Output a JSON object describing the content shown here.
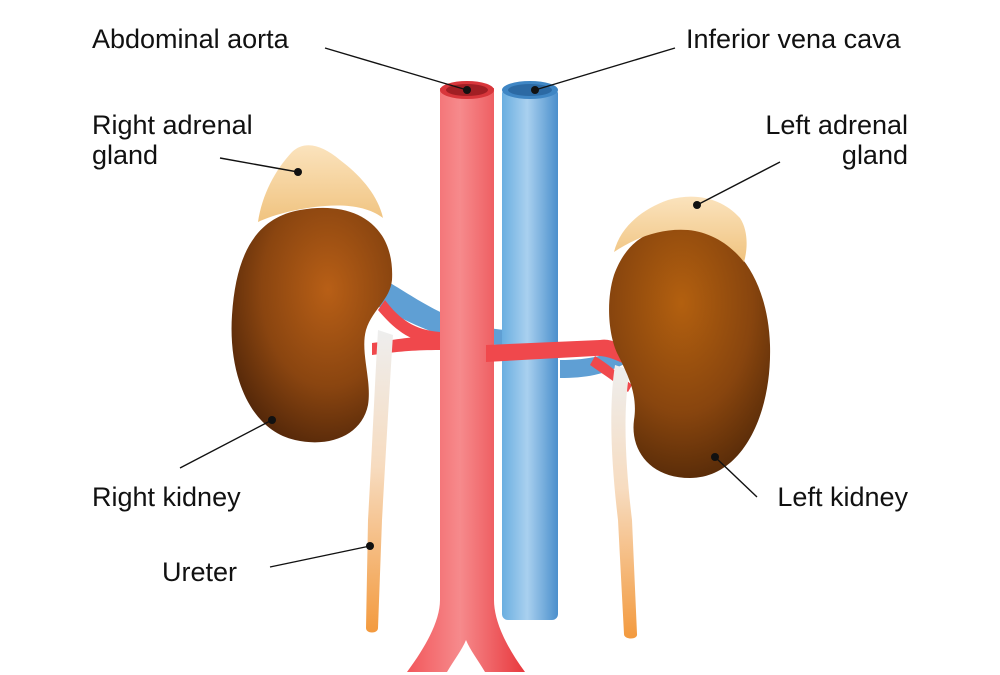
{
  "labels": {
    "abdominal_aorta": "Abdominal aorta",
    "inferior_vena_cava": "Inferior vena cava",
    "right_adrenal_gland": [
      "Right adrenal",
      "gland"
    ],
    "left_adrenal_gland": [
      "Left adrenal",
      "gland"
    ],
    "right_kidney": "Right kidney",
    "left_kidney": "Left kidney",
    "ureter": "Ureter"
  },
  "colors": {
    "aorta": "#f0484c",
    "vena_cava": "#5b9fd6",
    "kidney": "#7a3d10",
    "adrenal": "#f5d09a",
    "ureter": "#f2a24e",
    "leader_line": "#111111",
    "background": "#ffffff"
  }
}
